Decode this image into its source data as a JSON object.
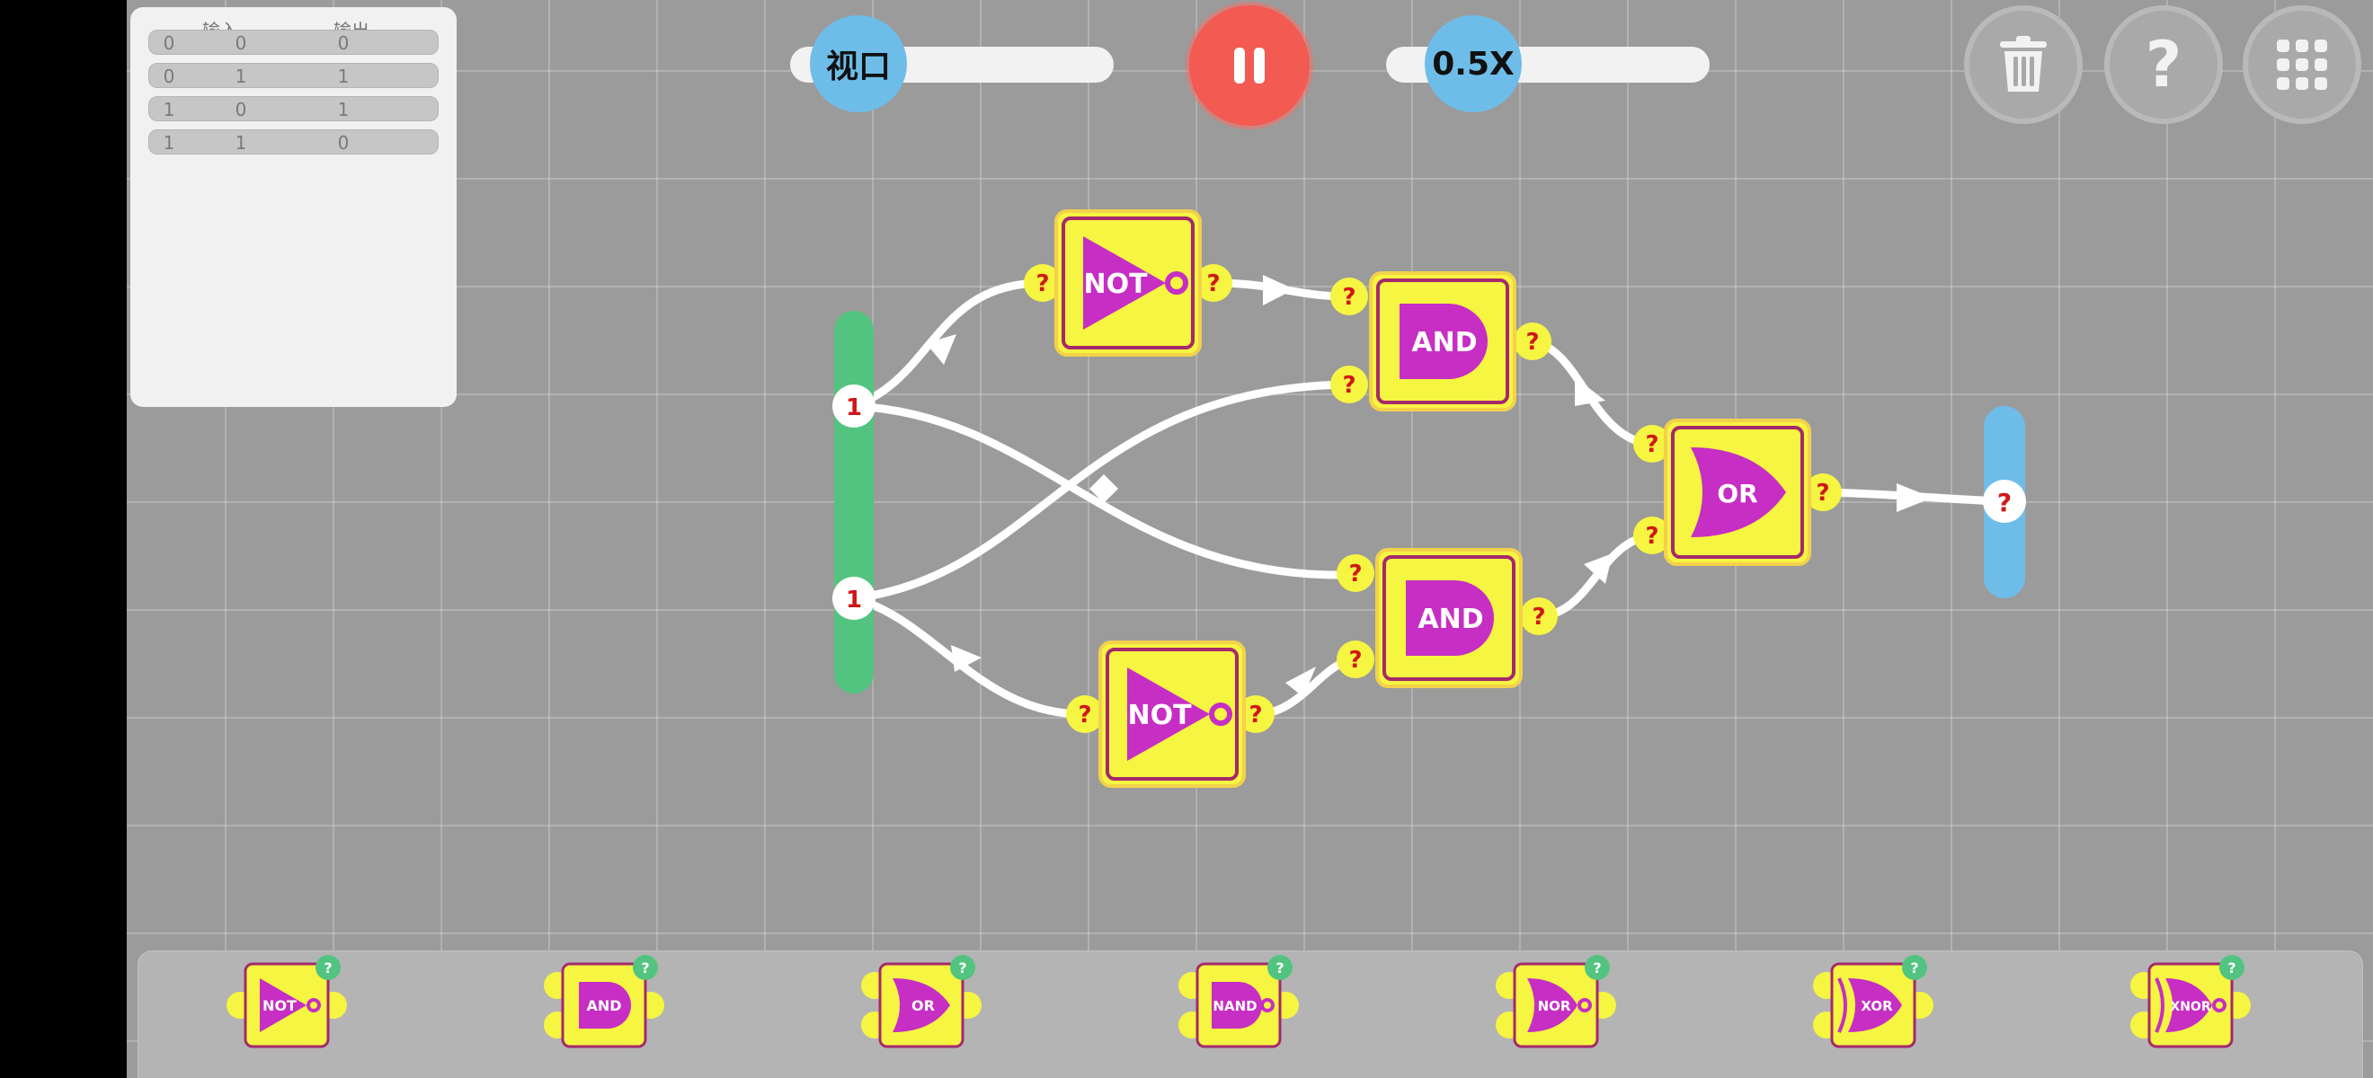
{
  "truth_table": {
    "headers": [
      "输入",
      "输出"
    ],
    "rows": [
      [
        "0",
        "0",
        "0"
      ],
      [
        "0",
        "1",
        "1"
      ],
      [
        "1",
        "0",
        "1"
      ],
      [
        "1",
        "1",
        "0"
      ]
    ]
  },
  "toolbar": {
    "viewport_label": "视口",
    "speed_label": "0.5X",
    "pause_icon": "pause-icon",
    "delete_icon": "trash-icon",
    "help_glyph": "?",
    "menu_icon": "grid-icon"
  },
  "circuit": {
    "inputs": [
      "1",
      "1"
    ],
    "output": "?",
    "pin_value": "?",
    "gates": [
      {
        "id": "not1",
        "label": "NOT"
      },
      {
        "id": "and1",
        "label": "AND"
      },
      {
        "id": "and2",
        "label": "AND"
      },
      {
        "id": "not2",
        "label": "NOT"
      },
      {
        "id": "or1",
        "label": "OR"
      }
    ]
  },
  "palette": {
    "badge": "?",
    "items": [
      "NOT",
      "AND",
      "OR",
      "NAND",
      "NOR",
      "XOR",
      "XNOR"
    ]
  },
  "colors": {
    "input_bar": "#52c47f",
    "output_bar": "#6ebde9",
    "gate_fill": "#f6f542",
    "gate_symbol": "#c62ec4",
    "pin_text": "#d01818",
    "pause": "#f25a52"
  }
}
